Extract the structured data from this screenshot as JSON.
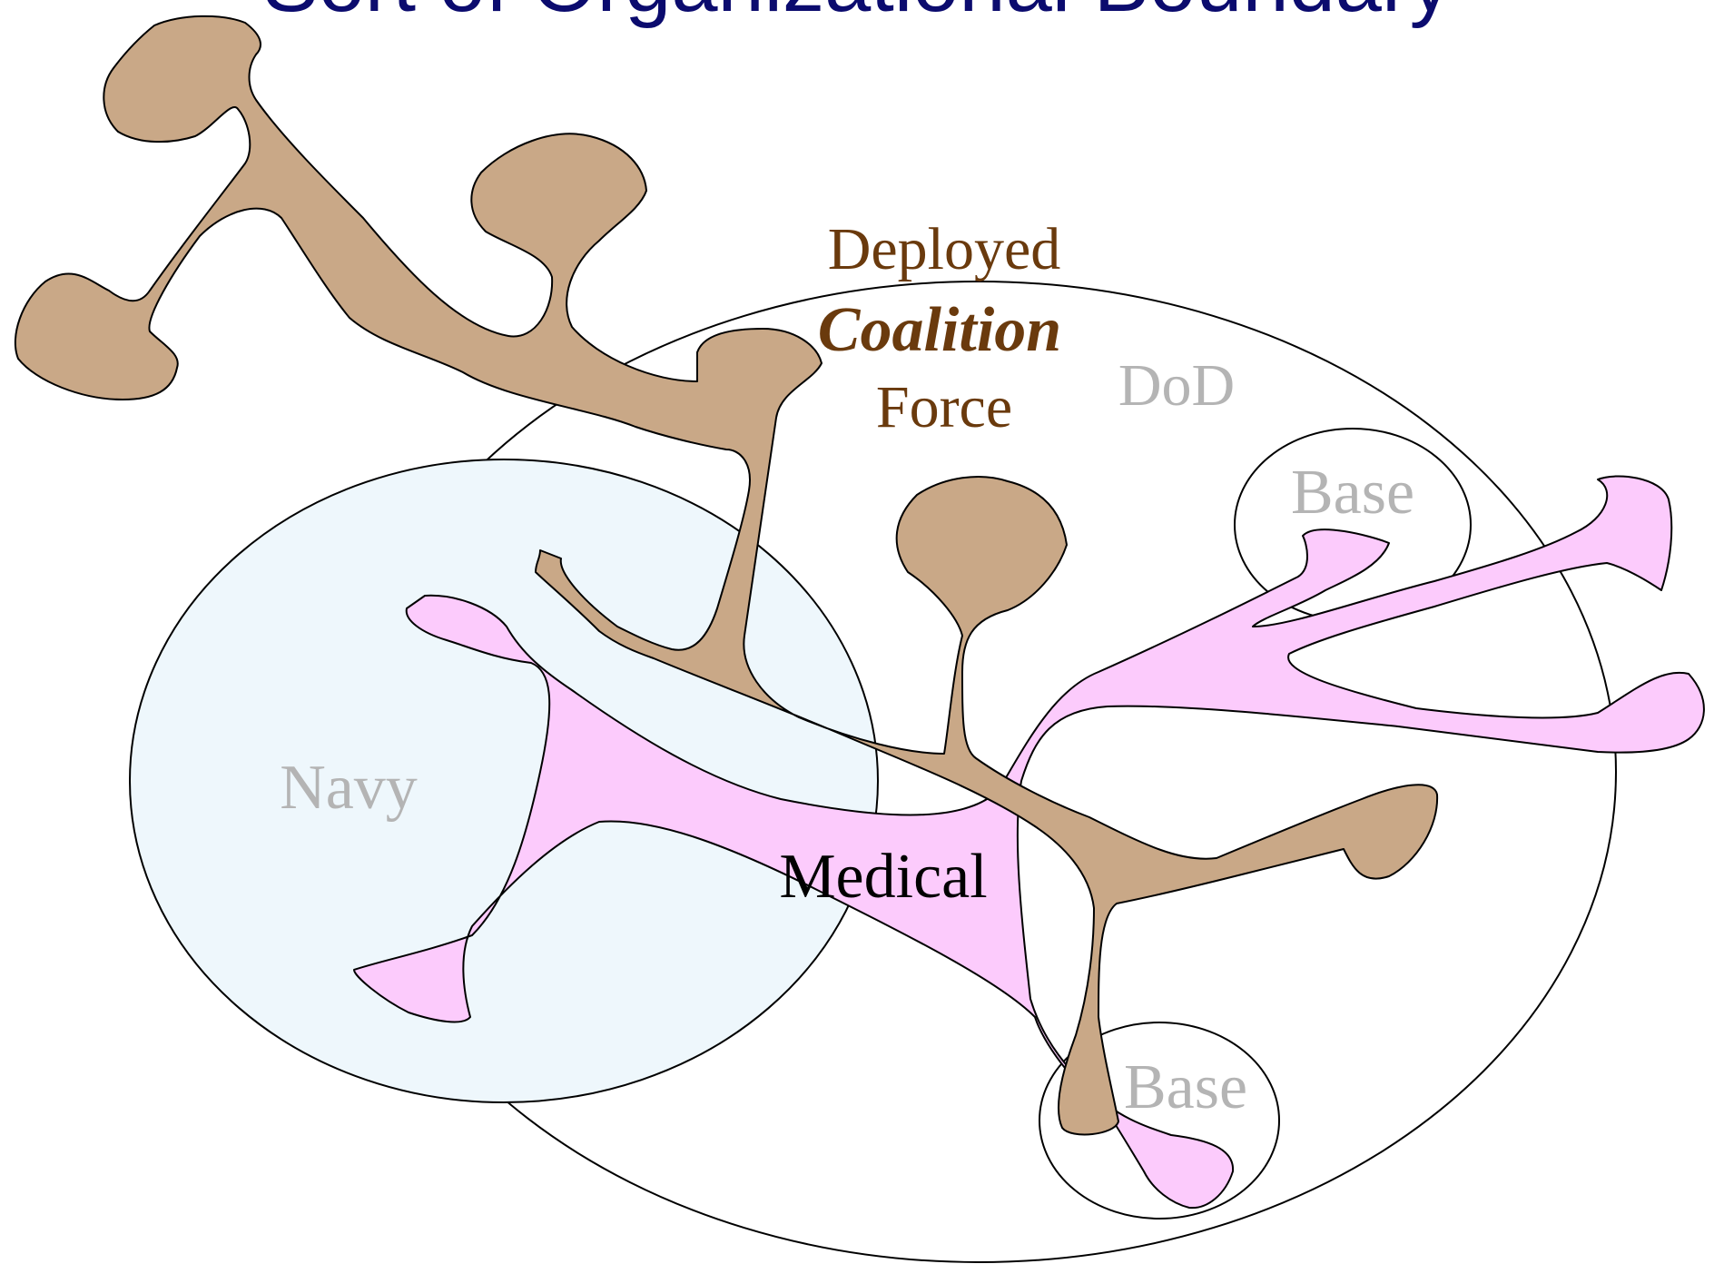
{
  "title": "Sort of Organizational Boundary",
  "labels": {
    "deployed": "Deployed",
    "coalition": "Coalition",
    "force": "Force",
    "dod": "DoD",
    "navy": "Navy",
    "base_top": "Base",
    "base_bottom": "Base",
    "medical": "Medical"
  },
  "colors": {
    "title": "#0b0b6e",
    "coalition_text": "#6a3a0d",
    "gray_text": "#b4b4b4",
    "black_text": "#000000",
    "tan_fill": "#c9a887",
    "pink_fill": "#fccbfc",
    "navy_fill": "#eef7fc",
    "outline": "#000000"
  }
}
